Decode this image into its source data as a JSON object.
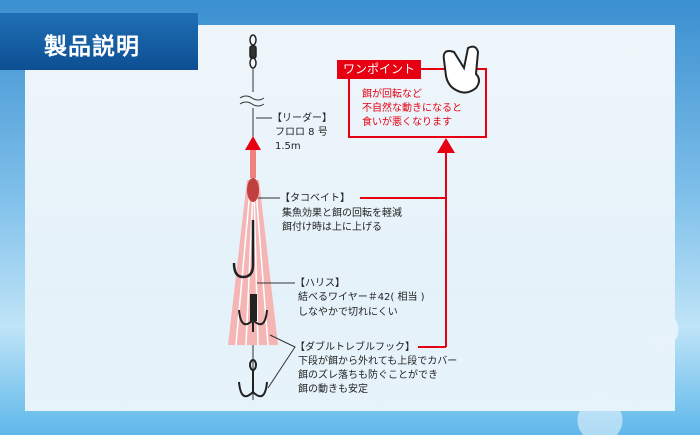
{
  "title": "製品説明",
  "one_point": {
    "badge": "ワンポイント",
    "lines": [
      "餌が回転など",
      "不自然な動きになると",
      "食いが悪くなります"
    ]
  },
  "leader": {
    "heading": "【リーダー】",
    "lines": [
      "フロロ 8 号",
      "1.5m"
    ]
  },
  "tako_bait": {
    "heading": "【タコベイト】",
    "lines": [
      "集魚効果と餌の回転を軽減",
      "餌付け時は上に上げる"
    ]
  },
  "harisu": {
    "heading": "【ハリス】",
    "lines": [
      "結べるワイヤー＃42( 相当 )",
      "しなやかで切れにくい"
    ]
  },
  "hook": {
    "heading": "【ダブルトレブルフック】",
    "lines": [
      "下段が餌から外れても上段でカバー",
      "餌のズレ落ちも防ぐことができ",
      "餌の動きも安定"
    ]
  },
  "colors": {
    "accent": "#e60012",
    "title_bg": "#0d4f92"
  }
}
